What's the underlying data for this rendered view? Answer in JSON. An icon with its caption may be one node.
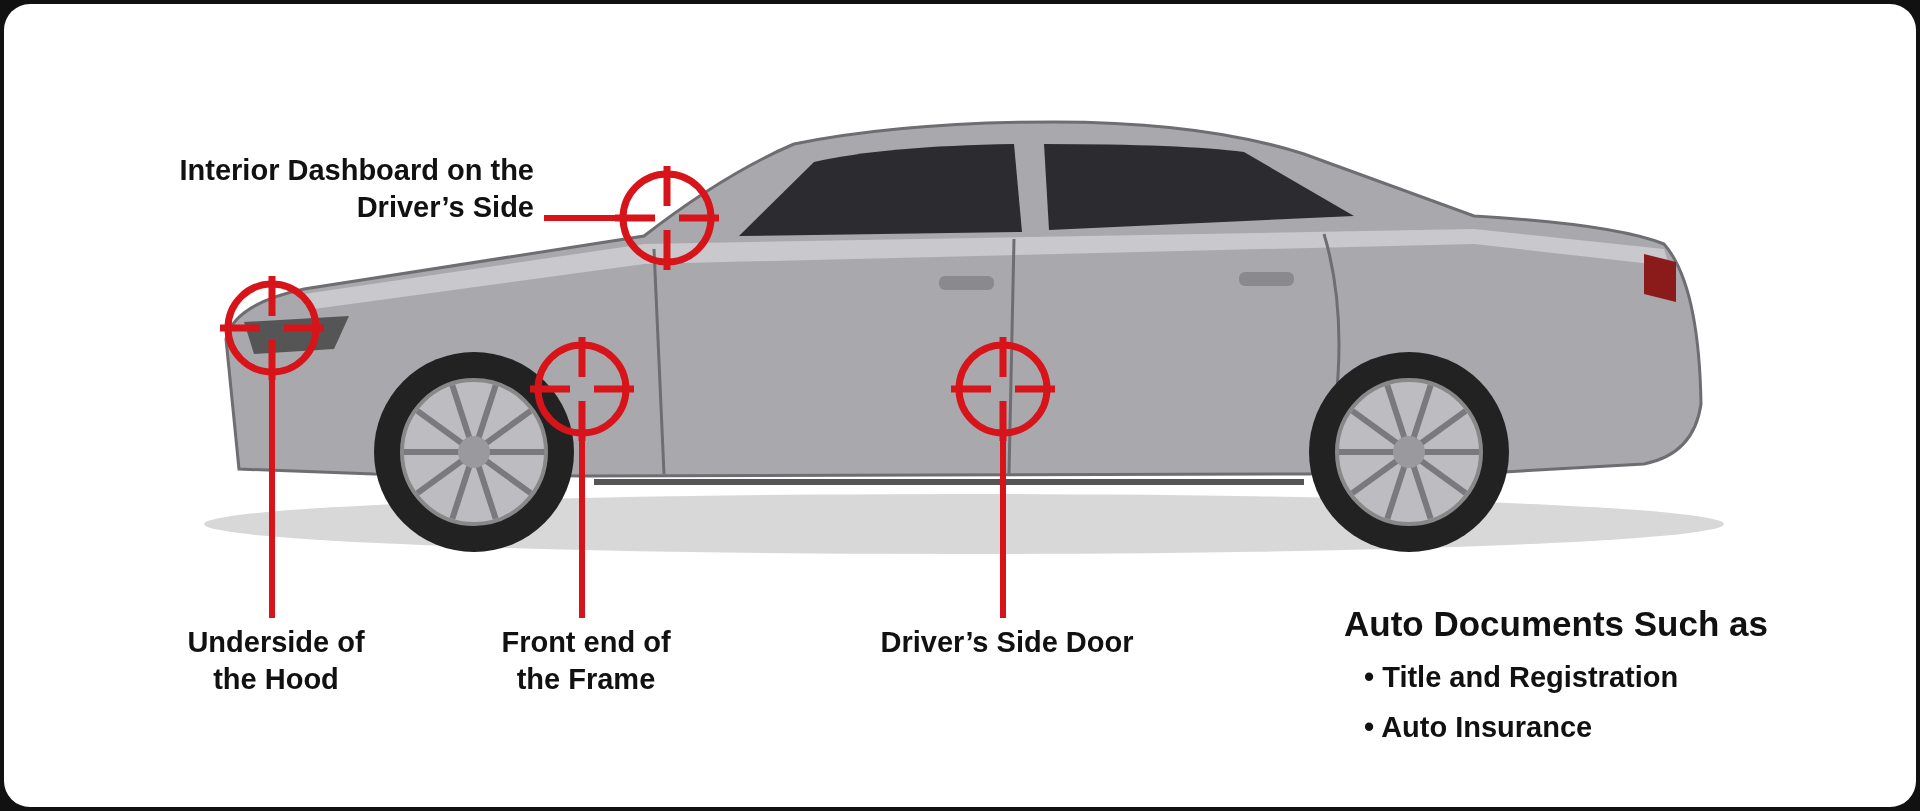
{
  "diagram": {
    "nodes": [
      {
        "text": [
          "Interior Dashboard on the Driver’s Side"
        ]
      },
      {
        "text": [],
        "shape": "circle"
      },
      {
        "text": [],
        "shape": "circle"
      },
      {
        "text": [
          "Underside of the Hood"
        ]
      },
      {
        "text": [],
        "shape": "circle"
      },
      {
        "text": [
          "Front end of the Frame"
        ]
      },
      {
        "text": [],
        "shape": "circle"
      },
      {
        "text": [
          "Driver’s Side Door"
        ]
      }
    ],
    "edges": [
      {
        "from": 0,
        "to": 1,
        "arrow": "none"
      },
      {
        "from": 3,
        "to": 2,
        "arrow": "none"
      },
      {
        "from": 5,
        "to": 4,
        "arrow": "none"
      },
      {
        "from": 7,
        "to": 6,
        "arrow": "none"
      }
    ],
    "labels": [
      "Auto Documents Such as",
      "• Title and Registration",
      "• Auto Insurance"
    ]
  }
}
